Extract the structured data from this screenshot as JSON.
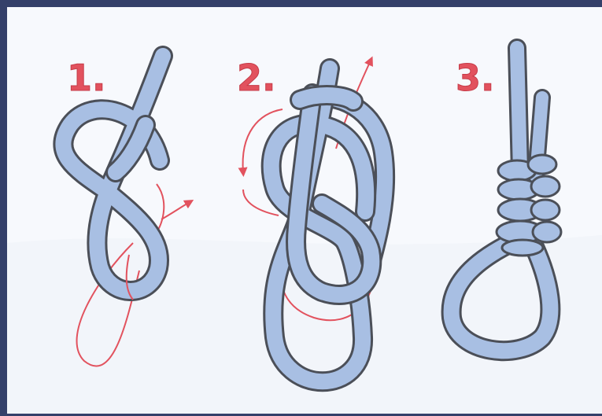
{
  "colors": {
    "frame": "#34406a",
    "background": "#f7f9fd",
    "rope_fill": "#a8bfe3",
    "rope_outline": "#4b4f58",
    "arrow": "#e2525e"
  },
  "steps": [
    {
      "number": "1.",
      "icon": "knot-step-1-figure-eight-loop"
    },
    {
      "number": "2.",
      "icon": "knot-step-2-wrapping"
    },
    {
      "number": "3.",
      "icon": "knot-step-3-finished-knot"
    }
  ]
}
